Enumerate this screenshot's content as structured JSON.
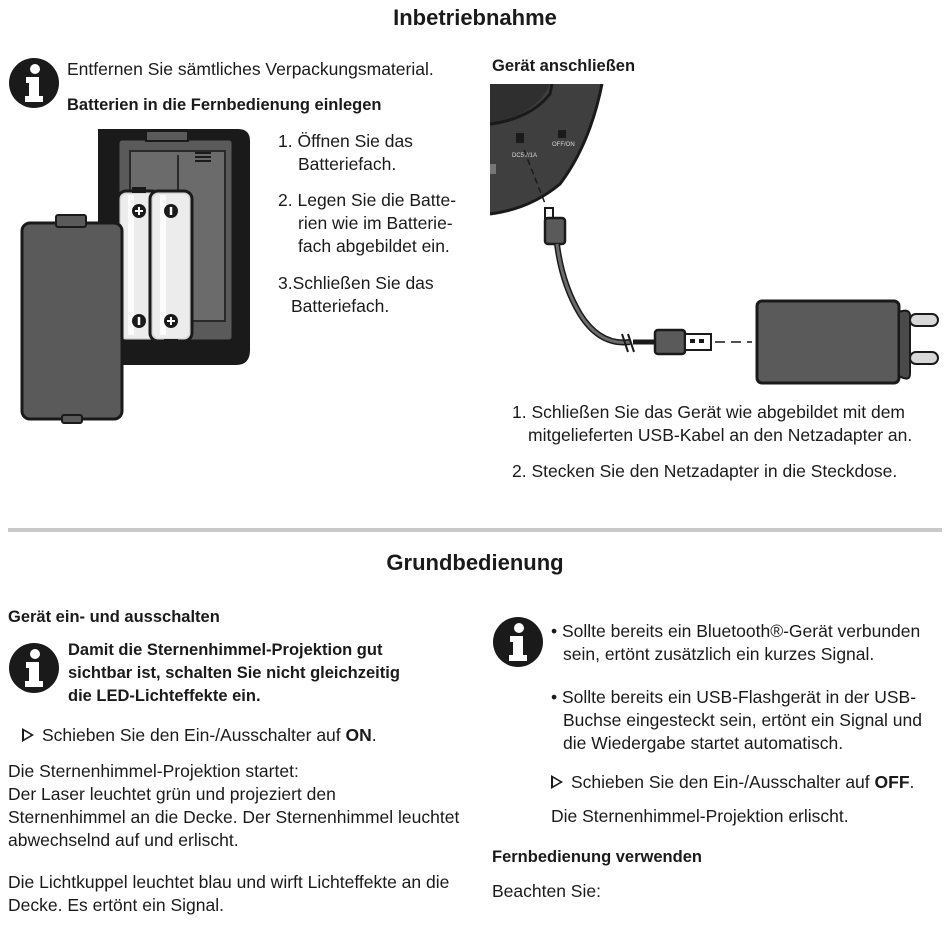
{
  "section1": {
    "title": "Inbetriebnahme",
    "info_text": "Entfernen Sie sämtliches Verpackungsmaterial.",
    "batteries_heading": "Batterien in die Fernbedienung einlegen",
    "battery_steps": [
      {
        "num": "1.",
        "lines": [
          "Öffnen Sie das",
          "Batteriefach."
        ]
      },
      {
        "num": "2.",
        "lines": [
          "Legen Sie die Batte-",
          "rien wie im Batterie-",
          "fach abgebildet ein."
        ]
      },
      {
        "num": "3.",
        "lines": [
          "Schließen Sie das",
          "Batteriefach."
        ]
      }
    ],
    "connect_heading": "Gerät anschließen",
    "connect_steps": [
      {
        "num": "1.",
        "lines": [
          "Schließen Sie das Gerät wie abgebildet mit dem",
          "mitgelieferten USB-Kabel an den Netzadapter an."
        ]
      },
      {
        "num": "2.",
        "lines": [
          "Stecken Sie den Netzadapter in die Steckdose."
        ]
      }
    ]
  },
  "section2": {
    "title": "Grundbedienung",
    "onoff_heading": "Gerät ein- und ausschalten",
    "warning_lines": [
      "Damit die Sternenhimmel-Projektion gut",
      "sichtbar ist, schalten Sie nicht gleichzeitig",
      "die LED-Lichteffekte ein."
    ],
    "slide_on_prefix": "Schieben Sie den Ein-/Ausschalter auf ",
    "slide_on_value": "ON",
    "slide_on_suffix": ".",
    "projection_start_lines": [
      "Die Sternenhimmel-Projektion startet:",
      "Der Laser leuchtet grün und projeziert den",
      "Sternenhimmel an die Decke. Der Sternenhimmel leuchtet",
      "abwechselnd auf und erlischt."
    ],
    "dome_lines": [
      "Die Lichtkuppel leuchtet blau und wirft Lichteffekte an die",
      "Decke. Es ertönt ein Signal."
    ],
    "bullet1_lines": [
      "Sollte bereits ein Bluetooth®-Gerät verbunden",
      "sein, ertönt zusätzlich ein kurzes Signal."
    ],
    "bullet2_lines": [
      "Sollte bereits ein USB-Flashgerät in der USB-",
      "Buchse eingesteckt sein, ertönt ein Signal und",
      "die Wiedergabe startet automatisch."
    ],
    "slide_off_prefix": "Schieben Sie den Ein-/Ausschalter auf ",
    "slide_off_value": "OFF",
    "slide_off_suffix": ".",
    "projection_off": "Die Sternenhimmel-Projektion erlischt.",
    "remote_heading": "Fernbedienung verwenden",
    "remote_note": "Beachten Sie:"
  },
  "illustration_labels": {
    "port_label": "DC5V/1A",
    "switch_label": "OFF/ON"
  }
}
